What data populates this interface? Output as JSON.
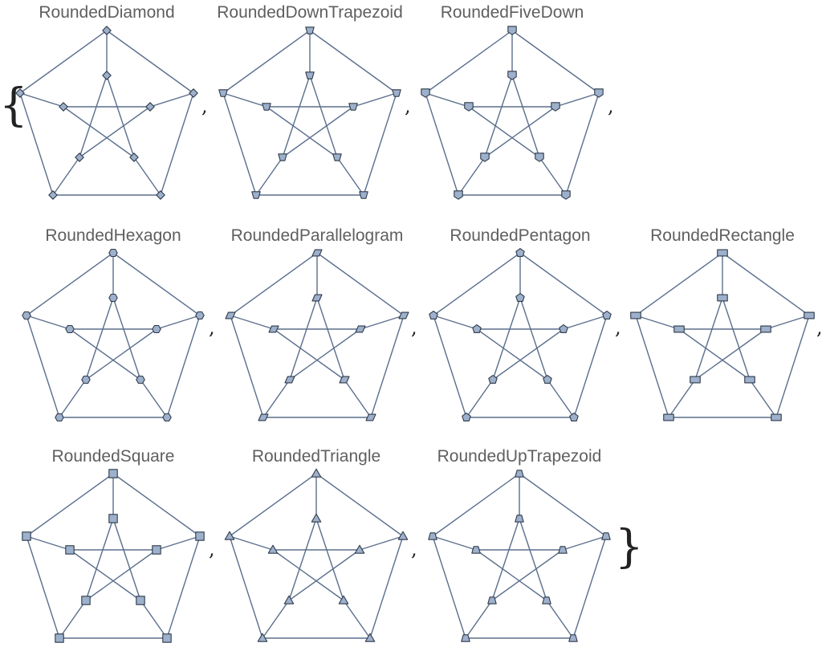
{
  "list": {
    "open_brace": "{",
    "close_brace": "}",
    "separator": ","
  },
  "colors": {
    "edge": "#5b6f8c",
    "vertex_fill": "#9db0cc",
    "vertex_stroke": "#2f3a48",
    "title": "#5f5f5f"
  },
  "graphs": [
    {
      "title": "RoundedDiamond",
      "shape": "diamond-icon"
    },
    {
      "title": "RoundedDownTrapezoid",
      "shape": "down-trapezoid-icon"
    },
    {
      "title": "RoundedFiveDown",
      "shape": "five-down-icon"
    },
    {
      "title": "RoundedHexagon",
      "shape": "hexagon-icon"
    },
    {
      "title": "RoundedParallelogram",
      "shape": "parallelogram-icon"
    },
    {
      "title": "RoundedPentagon",
      "shape": "pentagon-icon"
    },
    {
      "title": "RoundedRectangle",
      "shape": "rectangle-icon"
    },
    {
      "title": "RoundedSquare",
      "shape": "square-icon"
    },
    {
      "title": "RoundedTriangle",
      "shape": "triangle-icon"
    },
    {
      "title": "RoundedUpTrapezoid",
      "shape": "up-trapezoid-icon"
    }
  ]
}
